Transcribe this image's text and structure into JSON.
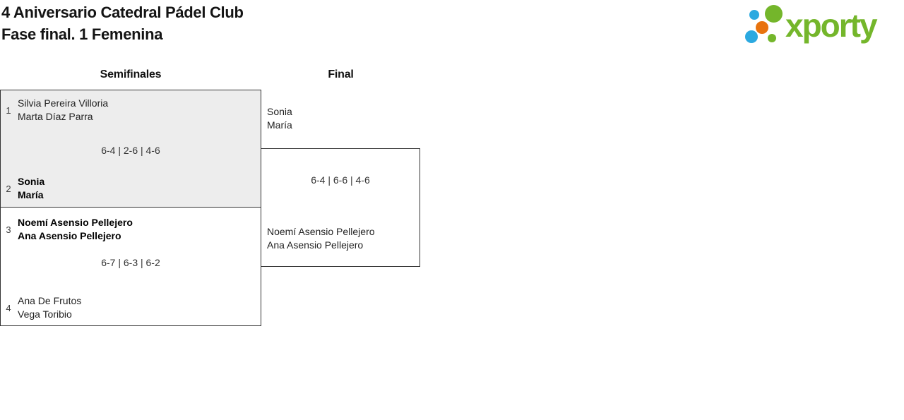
{
  "header": {
    "title_line1": "4 Aniversario Catedral Pádel Club",
    "title_line2": "Fase final. 1 Femenina"
  },
  "logo": {
    "brand": "xporty",
    "green": "#74b62b",
    "blue": "#2ba9e0",
    "orange": "#e8730e"
  },
  "bracket": {
    "rounds": [
      {
        "label": "Semifinales"
      },
      {
        "label": "Final"
      }
    ],
    "semifinals": [
      {
        "seed_top": "1",
        "team_top": [
          "Silvia Pereira Villoria",
          "Marta Díaz Parra"
        ],
        "score": "6-4 | 2-6 | 4-6",
        "seed_bottom": "2",
        "team_bottom": [
          "Sonia",
          "María"
        ],
        "winner": "bottom"
      },
      {
        "seed_top": "3",
        "team_top": [
          "Noemí Asensio Pellejero",
          "Ana Asensio Pellejero"
        ],
        "score": "6-7 | 6-3 | 6-2",
        "seed_bottom": "4",
        "team_bottom": [
          "Ana De Frutos",
          "Vega Toribio"
        ],
        "winner": "top"
      }
    ],
    "final": {
      "team_top": [
        "Sonia",
        "María"
      ],
      "score": "6-4 | 6-6 | 4-6",
      "team_bottom": [
        "Noemí Asensio Pellejero",
        "Ana Asensio Pellejero"
      ]
    }
  },
  "colors": {
    "box_border": "#333333",
    "box_fill_alt": "#ededed",
    "text": "#222222"
  }
}
